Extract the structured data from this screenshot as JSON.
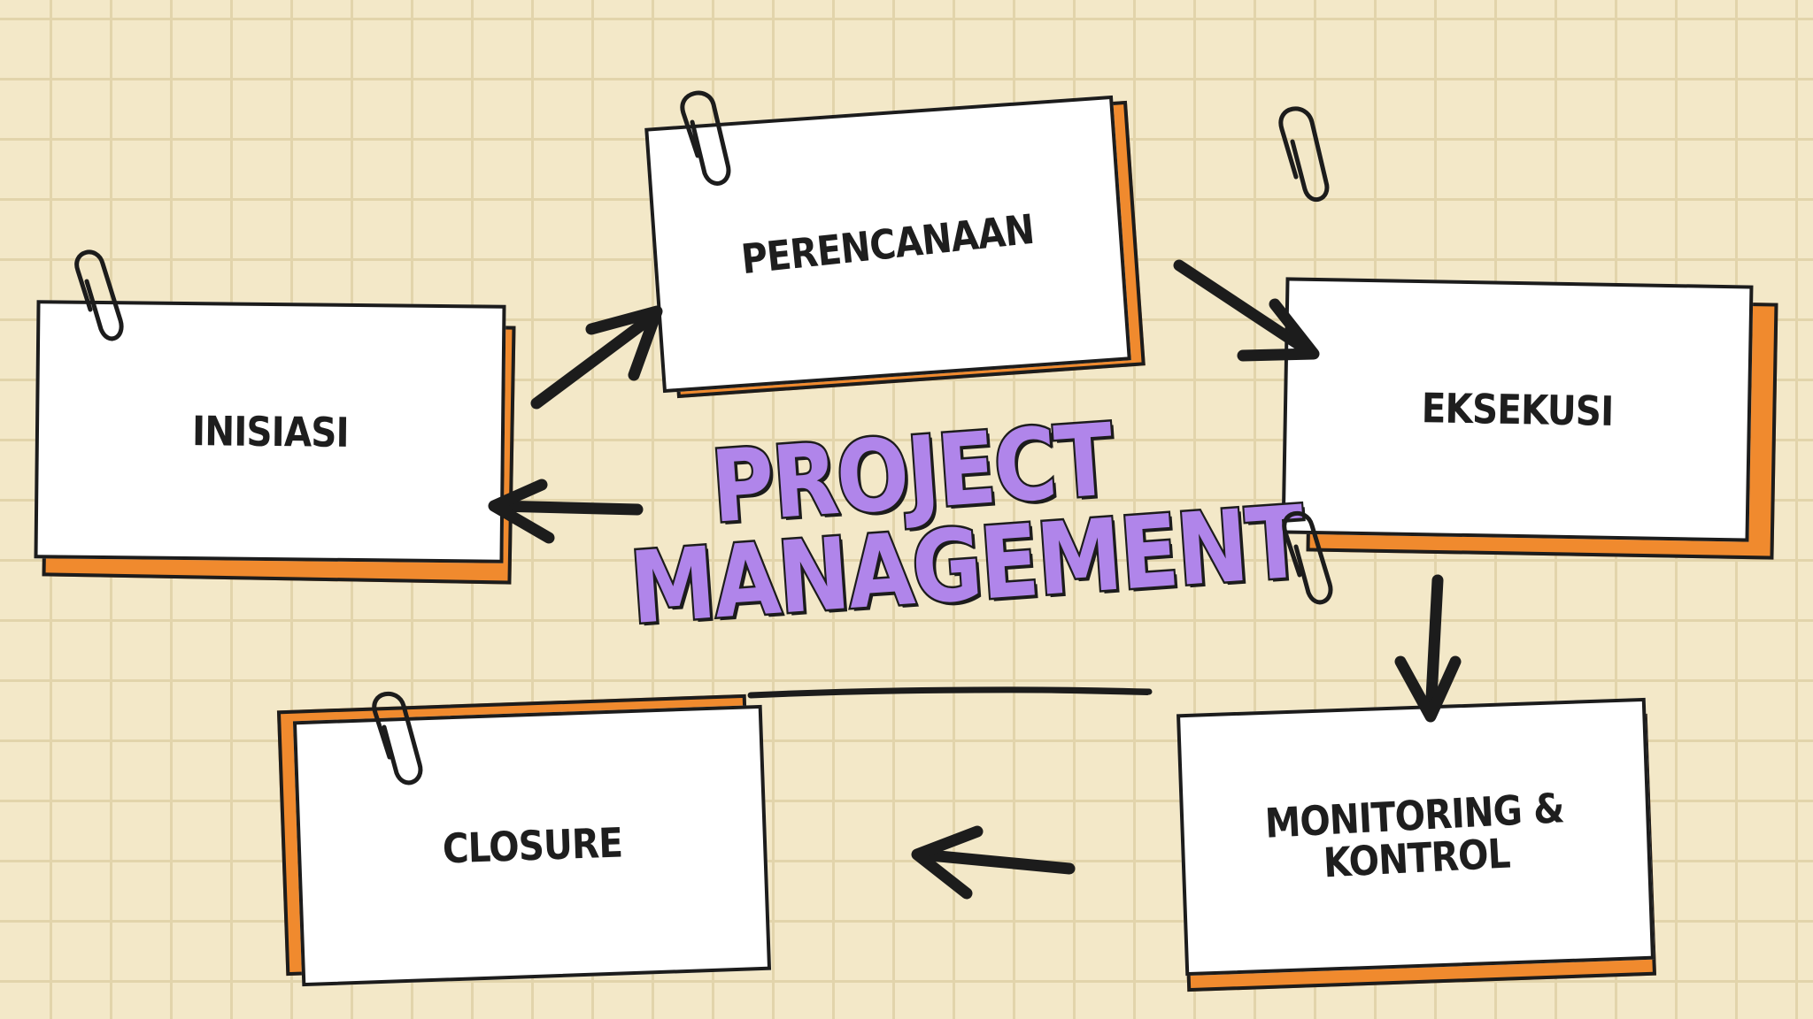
{
  "diagram": {
    "title_line1": "PROJECT",
    "title_line2": "MANAGEMENT",
    "steps": [
      {
        "id": "inisiasi",
        "label": "INISIASI"
      },
      {
        "id": "perencanaan",
        "label": "PERENCANAAN"
      },
      {
        "id": "eksekusi",
        "label": "EKSEKUSI"
      },
      {
        "id": "monitoring",
        "label": "MONITORING &\nKONTROL"
      },
      {
        "id": "closure",
        "label": "CLOSURE"
      }
    ]
  },
  "colors": {
    "background": "#f3e8c8",
    "grid": "#e2d4ab",
    "card": "#ffffff",
    "card_shadow": "#f08a2e",
    "title_fill": "#b085ea",
    "ink": "#1c1c1c"
  }
}
